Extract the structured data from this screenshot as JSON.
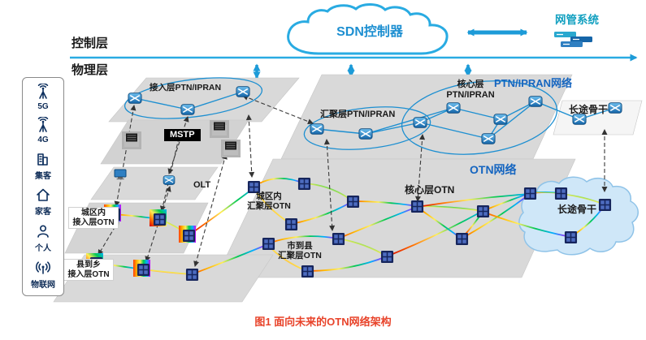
{
  "header": {
    "control_layer_label": "控制层",
    "physical_layer_label": "物理层",
    "sdn_controller_label": "SDN控制器",
    "nms_label": "网管系统"
  },
  "sidebar": {
    "items": [
      {
        "label": "5G",
        "icon": "antenna-5g-icon"
      },
      {
        "label": "4G",
        "icon": "antenna-4g-icon"
      },
      {
        "label": "集客",
        "icon": "building-icon"
      },
      {
        "label": "家客",
        "icon": "home-icon"
      },
      {
        "label": "个人",
        "icon": "person-icon"
      },
      {
        "label": "物联网",
        "icon": "iot-tower-icon"
      }
    ]
  },
  "ptn": {
    "network_title": "PTN/IPRAN网络",
    "access_label": "接入层PTN/IPRAN",
    "aggregation_label": "汇聚层PTN/IPRAN",
    "core_label": "核心层\nPTN/IPRAN",
    "longhaul_label": "长途骨干"
  },
  "legacy": {
    "mstp_label": "MSTP",
    "olt_label": "OLT"
  },
  "otn": {
    "network_title": "OTN网络",
    "core_label": "核心层OTN",
    "metro_aggregation_label": "城区内\n汇聚层OTN",
    "county_aggregation_label": "市到县\n汇聚层OTN",
    "metro_access_label": "城区内\n接入层OTN",
    "county_access_label": "县到乡\n接入层OTN",
    "longhaul_label": "长途骨干"
  },
  "caption": "图1 面向未来的OTN网络架构",
  "colors": {
    "accent_blue": "#1d9bd8",
    "title_blue": "#1565c0",
    "nms_teal": "#12a0c0",
    "caption_red": "#e8432a",
    "plane_gray": "#d9d9d9",
    "otn_node_navy": "#16255c"
  }
}
